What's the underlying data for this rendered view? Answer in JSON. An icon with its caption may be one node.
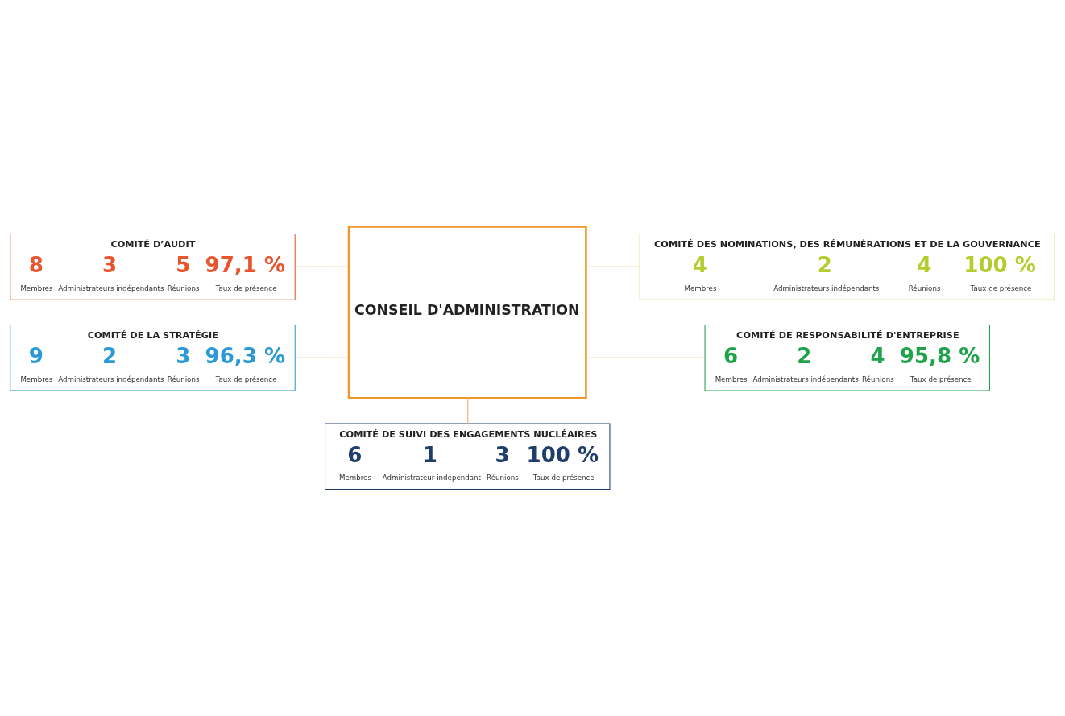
{
  "diagram": {
    "nodes": [
      {
        "text": [
          "COMITÉ D’AUDIT",
          "8",
          "Membres",
          "3",
          "Administrateurs indépendants",
          "5",
          "Réunions",
          "97,1 %",
          "Taux de présence"
        ]
      },
      {
        "text": [
          "CONSEIL D'ADMINISTRATION"
        ]
      },
      {
        "text": [
          "COMITÉ DES NOMINATIONS, DES RÉMUNÉRATIONS ET DE LA GOUVERNANCE",
          "4",
          "Membres",
          "2",
          "Administrateurs indépendants",
          "4",
          "Réunions",
          "100 %",
          "Taux de présence"
        ]
      },
      {
        "text": [
          "COMITÉ DE LA STRATÉGIE",
          "9",
          "Membres",
          "2",
          "Administrateurs indépendants",
          "3",
          "Réunions",
          "96,3 %",
          "Taux de présence"
        ]
      },
      {
        "text": [
          "COMITÉ DE RESPONSABILITÉ D'ENTREPRISE",
          "6",
          "Membres",
          "2",
          "Administrateurs indépendants",
          "4",
          "Réunions",
          "95,8 %",
          "Taux de présence"
        ]
      },
      {
        "text": [
          "COMITÉ DE SUIVI DES ENGAGEMENTS NUCLÉAIRES",
          "6",
          "Membres",
          "1",
          "Administrateur indépendant",
          "3",
          "Réunions",
          "100 %",
          "Taux de présence"
        ]
      }
    ],
    "edges": [
      {
        "from": 0,
        "to": 1,
        "arrow": "none"
      },
      {
        "from": 1,
        "to": 2,
        "arrow": "none"
      },
      {
        "from": 3,
        "to": 1,
        "arrow": "none"
      },
      {
        "from": 1,
        "to": 4,
        "arrow": "none"
      },
      {
        "from": 1,
        "to": 5,
        "arrow": "none"
      }
    ]
  }
}
